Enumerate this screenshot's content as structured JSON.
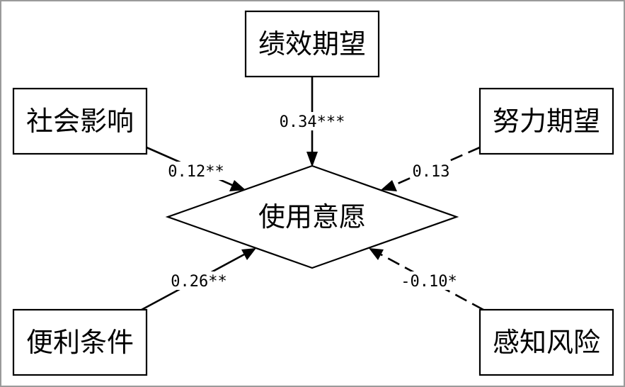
{
  "diagram": {
    "center": {
      "id": "intention",
      "label": "使用意愿"
    },
    "nodes": [
      {
        "id": "performance",
        "label": "绩效期望"
      },
      {
        "id": "social",
        "label": "社会影响"
      },
      {
        "id": "effort",
        "label": "努力期望"
      },
      {
        "id": "facilitating",
        "label": "便利条件"
      },
      {
        "id": "risk",
        "label": "感知风险"
      }
    ],
    "edges": [
      {
        "from": "performance",
        "to": "intention",
        "coefficient": "0.34***",
        "style": "solid"
      },
      {
        "from": "social",
        "to": "intention",
        "coefficient": "0.12**",
        "style": "solid"
      },
      {
        "from": "effort",
        "to": "intention",
        "coefficient": "0.13",
        "style": "dashed"
      },
      {
        "from": "facilitating",
        "to": "intention",
        "coefficient": "0.26**",
        "style": "solid"
      },
      {
        "from": "risk",
        "to": "intention",
        "coefficient": "-0.10*",
        "style": "dashed"
      }
    ]
  }
}
